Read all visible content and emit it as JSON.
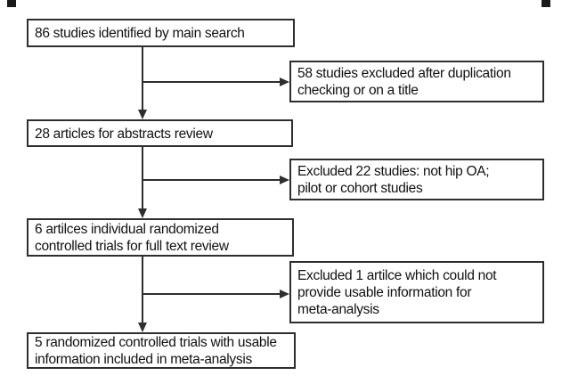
{
  "figure": {
    "title": "study-selection-flowchart",
    "colors": {
      "background": "#ffffff",
      "line": "#2e2e2e",
      "text": "#111111"
    }
  },
  "flowchart": {
    "main_boxes": [
      {
        "id": "identified",
        "lines": [
          "86 studies identified by main search"
        ]
      },
      {
        "id": "abstracts",
        "lines": [
          "28 articles for abstracts review"
        ]
      },
      {
        "id": "fulltext",
        "lines": [
          "6 artilces individual randomized",
          "controlled trials for full text review"
        ]
      },
      {
        "id": "included",
        "lines": [
          "5 randomized controlled trials with usable",
          "information included in meta-analysis"
        ]
      }
    ],
    "exclusion_boxes": [
      {
        "id": "excluded-duplication",
        "lines": [
          "58 studies excluded after duplication",
          "checking or on a title"
        ]
      },
      {
        "id": "excluded-not-hip-oa",
        "lines": [
          "Excluded 22 studies: not hip OA;",
          "pilot or cohort studies"
        ]
      },
      {
        "id": "excluded-no-usable-info",
        "lines": [
          "Excluded 1 artilce which could not",
          "provide usable information for",
          "meta-analysis"
        ]
      }
    ]
  }
}
